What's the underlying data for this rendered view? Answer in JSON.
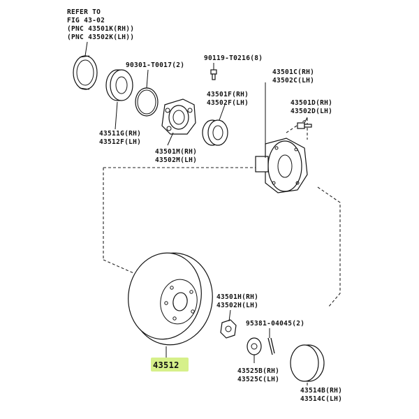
{
  "ref_note": {
    "line1": "REFER TO",
    "line2": "FIG 43-02",
    "line3": "(PNC 43501K(RH))",
    "line4": "(PNC 43502K(LH))"
  },
  "parts": {
    "p90301": "90301-T0017(2)",
    "p90119": "90119-T0216(8)",
    "p43501C": "43501C(RH)",
    "p43502C": "43502C(LH)",
    "p43501F": "43501F(RH)",
    "p43502F": "43502F(LH)",
    "p43501D": "43501D(RH)",
    "p43502D": "43502D(LH)",
    "p43511G": "43511G(RH)",
    "p43512F": "43512F(LH)",
    "p43501M": "43501M(RH)",
    "p43502M": "43502M(LH)",
    "p43501H": "43501H(RH)",
    "p43502H": "43502H(LH)",
    "p95381": "95381-04045(2)",
    "p43525B": "43525B(RH)",
    "p43525C": "43525C(LH)",
    "p43514B": "43514B(RH)",
    "p43514C": "43514C(LH)",
    "p43512": "43512"
  },
  "colors": {
    "highlight": "#d6f08a",
    "line": "#111111"
  }
}
